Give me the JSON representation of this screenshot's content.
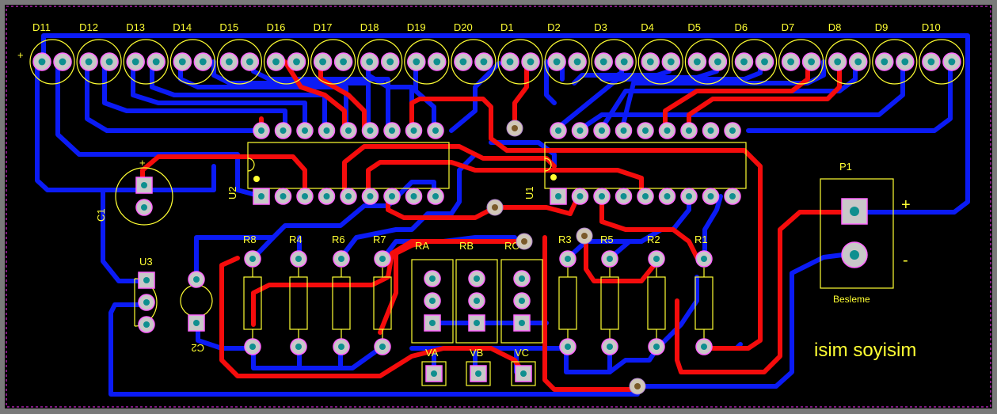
{
  "board": {
    "leds": [
      "D11",
      "D12",
      "D13",
      "D14",
      "D15",
      "D16",
      "D17",
      "D18",
      "D19",
      "D20",
      "D1",
      "D2",
      "D3",
      "D4",
      "D5",
      "D6",
      "D7",
      "D8",
      "D9",
      "D10"
    ],
    "plus_marker": "+",
    "chips": {
      "u2": "U2",
      "u1": "U1",
      "u3": "U3"
    },
    "capacitors": {
      "c1": "C1",
      "c2": "C2"
    },
    "resistors_left": [
      "R8",
      "R4",
      "R6",
      "R7"
    ],
    "pots": [
      "RA",
      "RB",
      "RC"
    ],
    "resistors_right": [
      "R3",
      "R5",
      "R2",
      "R1"
    ],
    "pot_pads": [
      "VA",
      "VB",
      "VC"
    ],
    "power": {
      "label": "P1",
      "name": "Besleme",
      "plus": "+",
      "minus": "-"
    },
    "signature": "isim soyisim"
  },
  "colors": {
    "background": "#000000",
    "frame": "#7a7a7a",
    "bottom_copper": "#0b1bf5",
    "top_copper": "#f50c0c",
    "silkscreen": "#ffff33",
    "board_edge": "#ff33ff"
  }
}
